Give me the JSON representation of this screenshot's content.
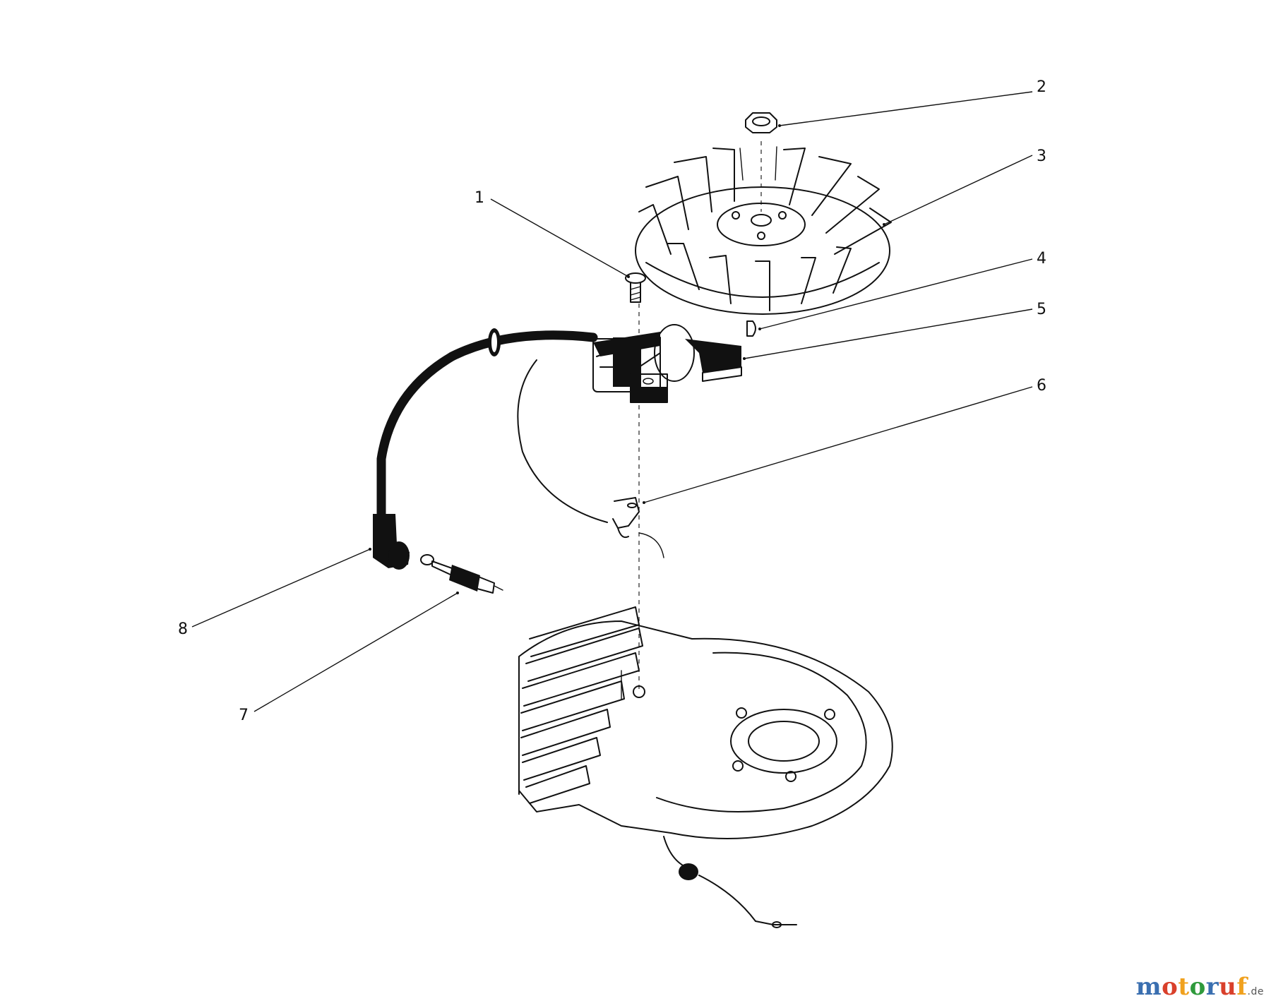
{
  "callouts": [
    "1",
    "2",
    "3",
    "4",
    "5",
    "6",
    "7",
    "8"
  ],
  "watermark": {
    "letters": [
      {
        "ch": "m",
        "color": "#3a6fb0"
      },
      {
        "ch": "o",
        "color": "#d9402b"
      },
      {
        "ch": "t",
        "color": "#f0a11e"
      },
      {
        "ch": "o",
        "color": "#2f9a3c"
      },
      {
        "ch": "r",
        "color": "#3a6fb0"
      },
      {
        "ch": "u",
        "color": "#d9402b"
      },
      {
        "ch": "f",
        "color": "#f0a11e"
      }
    ],
    "suffix": ".de"
  }
}
